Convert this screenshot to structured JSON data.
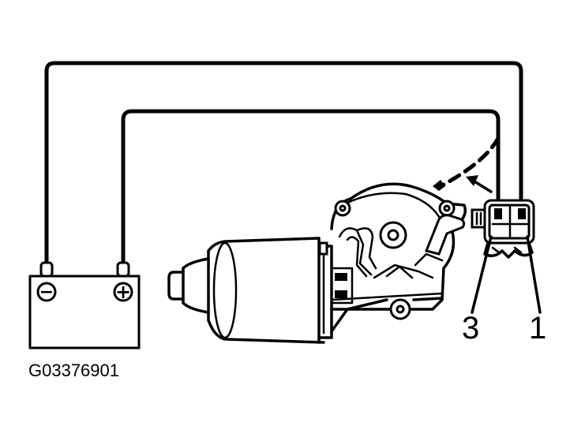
{
  "diagram": {
    "figure_id": "G03376901",
    "callouts": [
      {
        "label": "3"
      },
      {
        "label": "1"
      }
    ],
    "battery": {
      "negative_symbol": "−",
      "positive_symbol": "+"
    }
  }
}
